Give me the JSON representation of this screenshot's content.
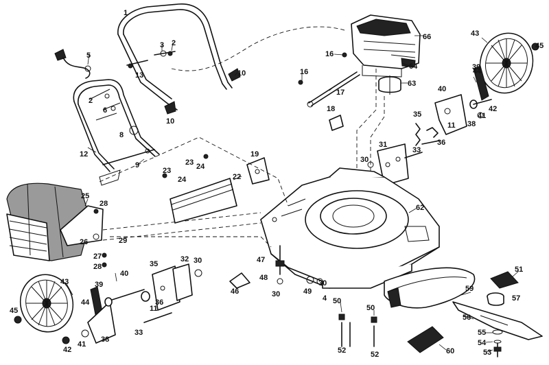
{
  "parts": {
    "p1": "1",
    "p2": "2",
    "p3": "3",
    "p5": "5",
    "p6": "6",
    "p8": "8",
    "p9": "9",
    "p10": "10",
    "p11": "11",
    "p12": "12",
    "p13": "13",
    "p16": "16",
    "p17": "17",
    "p18": "18",
    "p19": "19",
    "p22": "22",
    "p23": "23",
    "p24": "24",
    "p25": "25",
    "p26": "26",
    "p27": "27",
    "p28": "28",
    "p29": "29",
    "p30": "30",
    "p31": "31",
    "p32": "32",
    "p33": "33",
    "p35": "35",
    "p36": "36",
    "p38": "38",
    "p39": "39",
    "p40": "40",
    "p41": "41",
    "p42": "42",
    "p43": "43",
    "p44": "44",
    "p45": "45",
    "p47": "47",
    "p48": "48",
    "p49": "49",
    "p50": "50",
    "p51": "51",
    "p52": "52",
    "p53": "53",
    "p54": "54",
    "p55": "55",
    "p56": "56",
    "p57": "57",
    "p60": "60",
    "p62": "62",
    "p63": "63",
    "p64": "64",
    "p66": "66",
    "p4": "4",
    "p46": "46",
    "p59": "59"
  }
}
